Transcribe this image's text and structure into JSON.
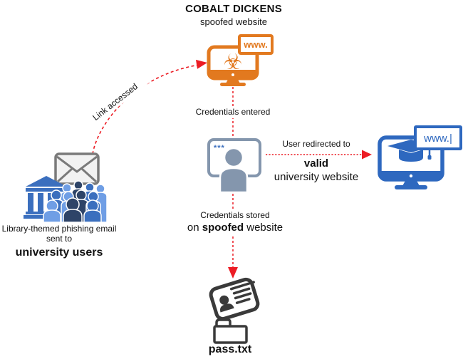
{
  "colors": {
    "red": "#EC1C24",
    "orange": "#E2791F",
    "blue": "#2E68BF",
    "steel": "#8496AD",
    "dark": "#3A3A3A",
    "gray": "#7A7A7A",
    "blue_light": "#6F9EE5",
    "blue_mid": "#3B6FBE",
    "blue_dark": "#2E4468"
  },
  "title": {
    "line1": "COBALT DICKENS",
    "line2": "spoofed website"
  },
  "flow": {
    "link_accessed": "Link accessed",
    "credentials_entered": "Credentials entered",
    "redirect": {
      "line1": "User redirected to",
      "emphasis": "valid",
      "line2": "university website"
    },
    "stored": {
      "line1": "Credentials stored",
      "prefix": "on ",
      "emphasis": "spoofed",
      "suffix": " website"
    },
    "phishing": {
      "line1": "Library-themed phishing email",
      "line2": "sent to",
      "emphasis": "university users"
    },
    "pass_file": "pass.txt"
  },
  "icons": {
    "biohazard_glyph": "☣",
    "spoofed_url": "www.",
    "valid_url": "www.|",
    "credentials_mask": "***",
    "spoofed_site": "monitor-biohazard-icon",
    "valid_site": "monitor-graduation-cap-icon",
    "email": "envelope-icon",
    "university_users": "building-crowd-icon",
    "user_session": "person-screen-icon",
    "stolen_credentials": "id-card-icon",
    "password_file": "folder-icon"
  }
}
